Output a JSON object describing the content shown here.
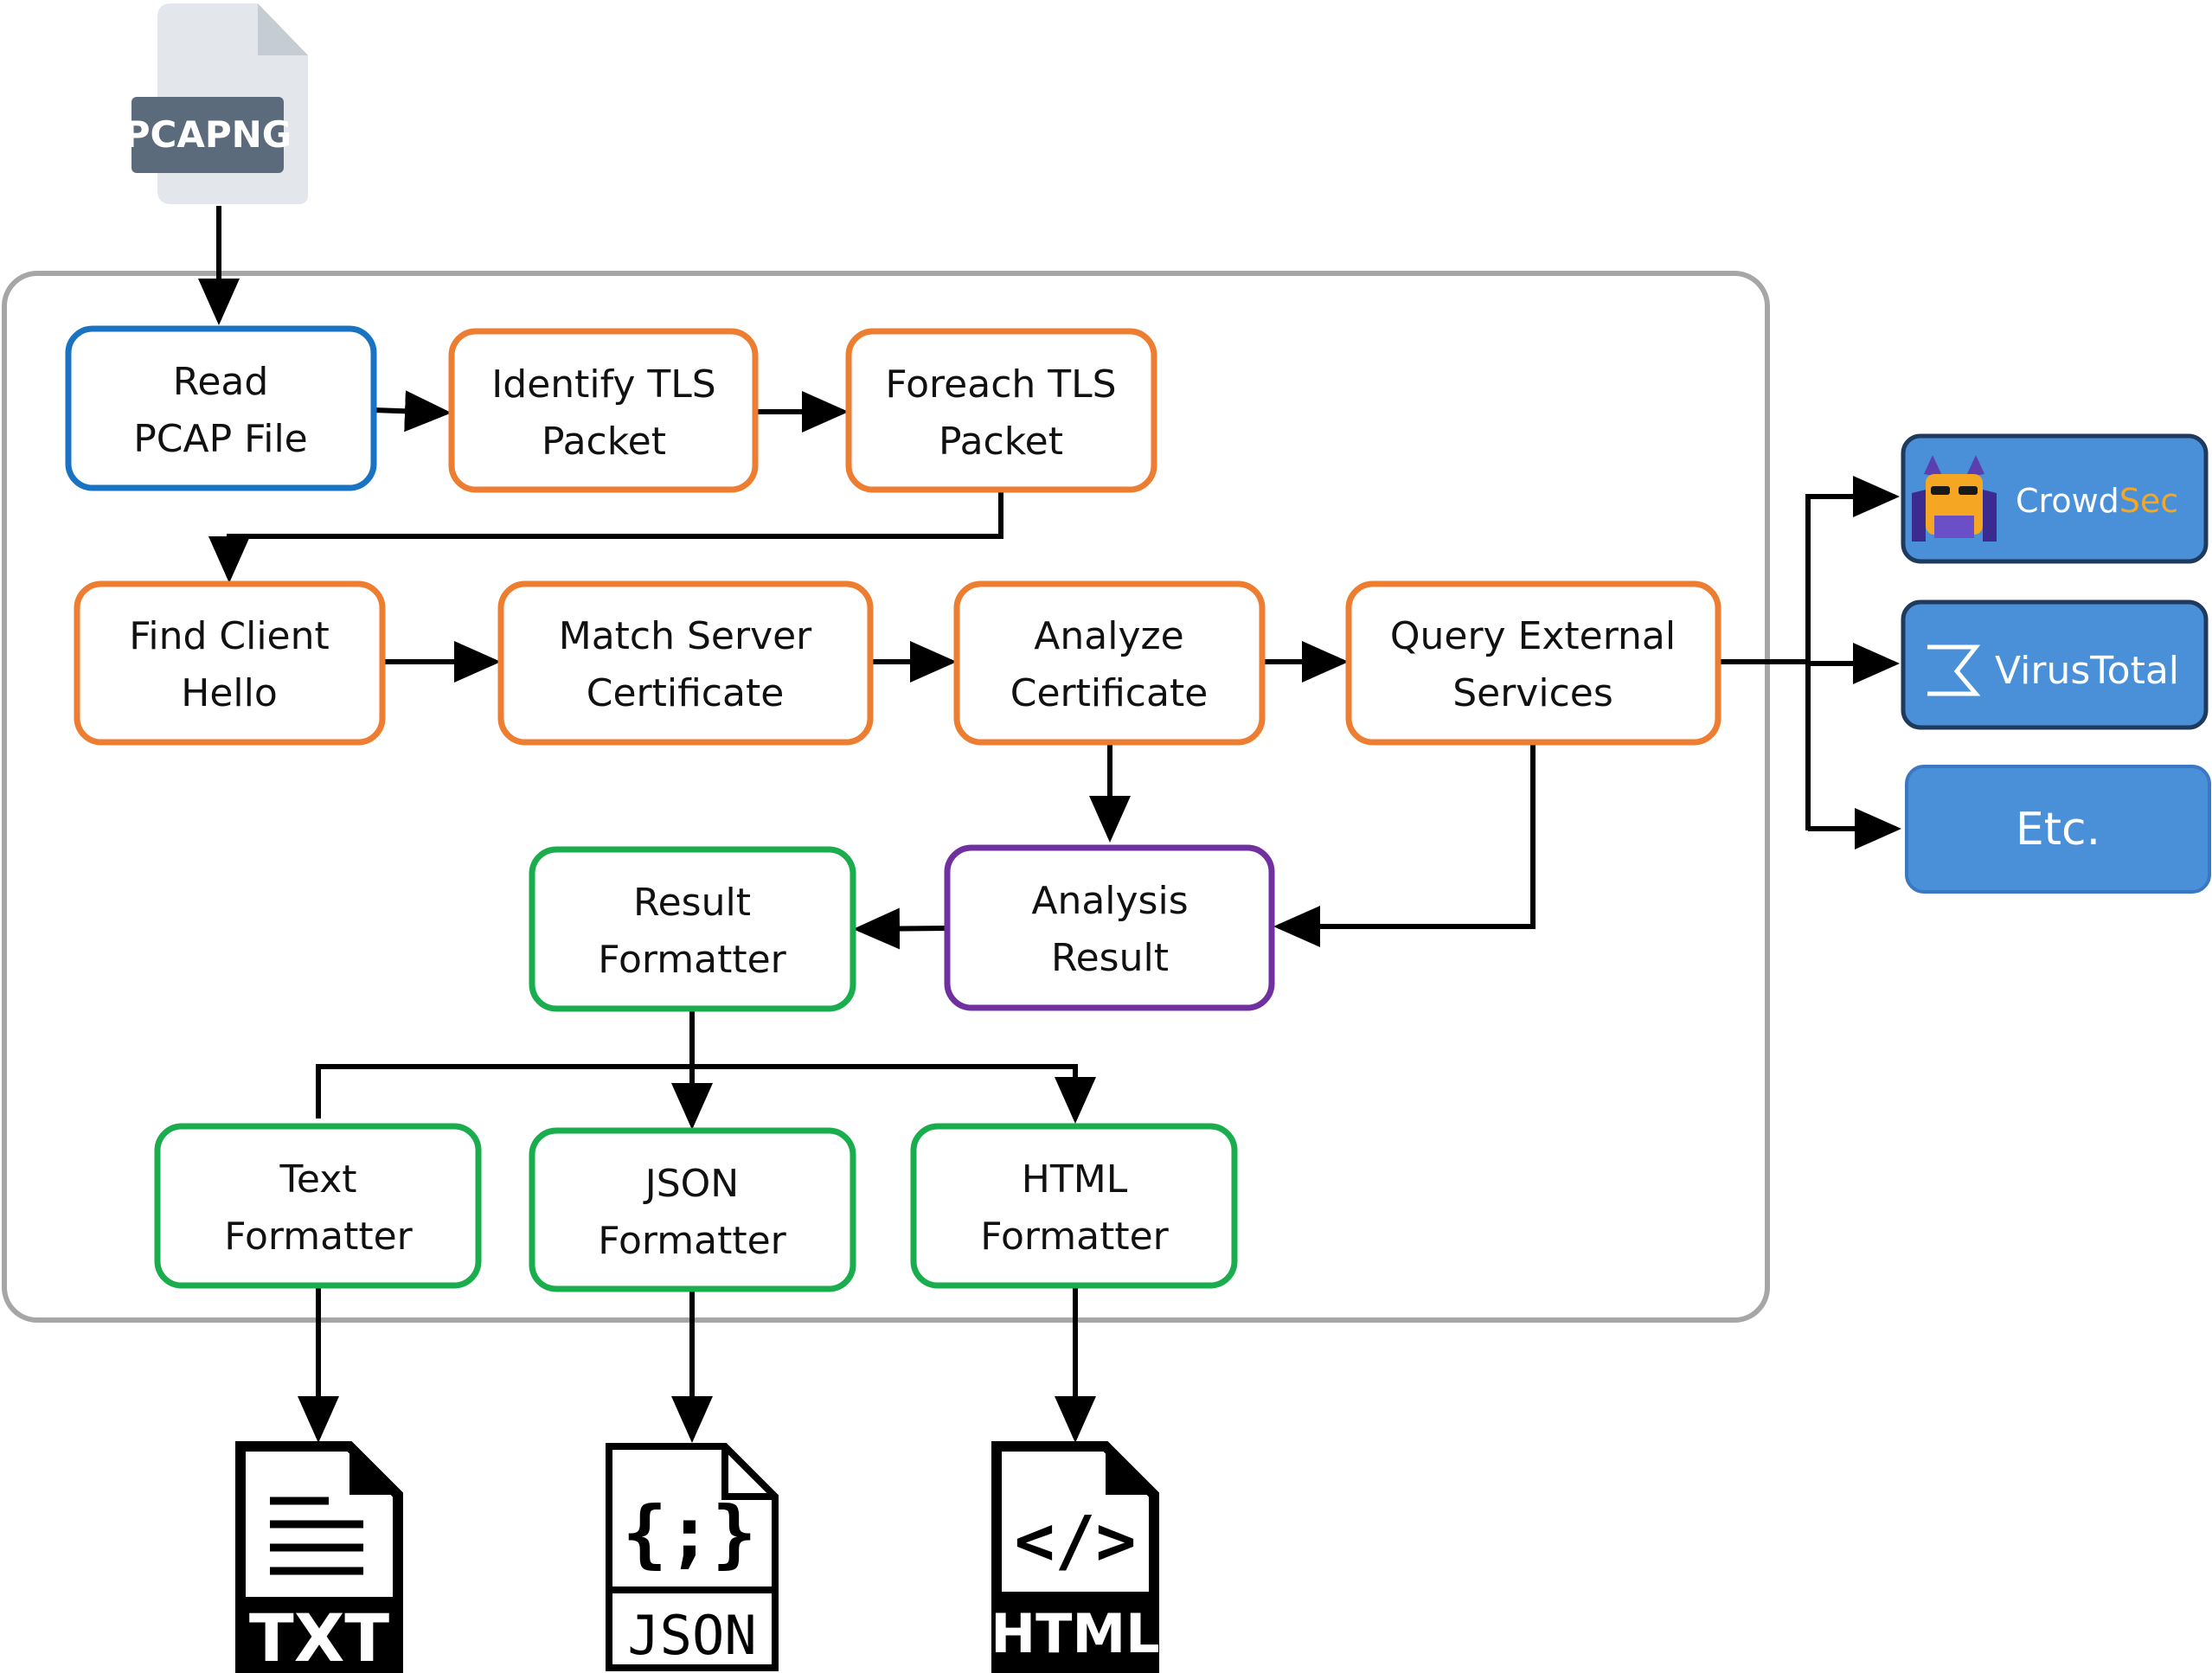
{
  "colors": {
    "container": "#a6a6a6",
    "blue": "#1a73c2",
    "orange": "#ed7d31",
    "purple": "#7030a0",
    "green": "#1aad4e",
    "service_fill": "#4a90d9",
    "service_border": "#1f3a5c",
    "crowdsec_accent": "#f5a623",
    "file_gray": "#e3e6ea",
    "file_label": "#5b6b7c"
  },
  "input_file": {
    "label": "PCAPNG",
    "icon": "document-icon"
  },
  "nodes": {
    "read_pcap": {
      "line1": "Read",
      "line2": "PCAP File"
    },
    "identify_tls": {
      "line1": "Identify TLS",
      "line2": "Packet"
    },
    "foreach_tls": {
      "line1": "Foreach TLS",
      "line2": "Packet"
    },
    "find_client_hello": {
      "line1": "Find Client",
      "line2": "Hello"
    },
    "match_server_cert": {
      "line1": "Match Server",
      "line2": "Certificate"
    },
    "analyze_cert": {
      "line1": "Analyze",
      "line2": "Certificate"
    },
    "query_external": {
      "line1": "Query External",
      "line2": "Services"
    },
    "analysis_result": {
      "line1": "Analysis",
      "line2": "Result"
    },
    "result_formatter": {
      "line1": "Result",
      "line2": "Formatter"
    },
    "text_formatter": {
      "line1": "Text",
      "line2": "Formatter"
    },
    "json_formatter": {
      "line1": "JSON",
      "line2": "Formatter"
    },
    "html_formatter": {
      "line1": "HTML",
      "line2": "Formatter"
    }
  },
  "services": {
    "crowdsec": {
      "label_a": "Crowd",
      "label_b": "Sec",
      "icon": "crowdsec-mascot-icon"
    },
    "virustotal": {
      "label": "VirusTotal",
      "icon": "virustotal-sigma-icon"
    },
    "etc": {
      "label": "Etc."
    }
  },
  "outputs": {
    "txt": {
      "label": "TXT",
      "icon": "text-lines-icon"
    },
    "json": {
      "label": "JSON",
      "icon": "curly-braces-icon",
      "glyph": "{;}"
    },
    "html": {
      "label": "HTML",
      "icon": "code-tag-icon",
      "glyph": "</>"
    }
  }
}
